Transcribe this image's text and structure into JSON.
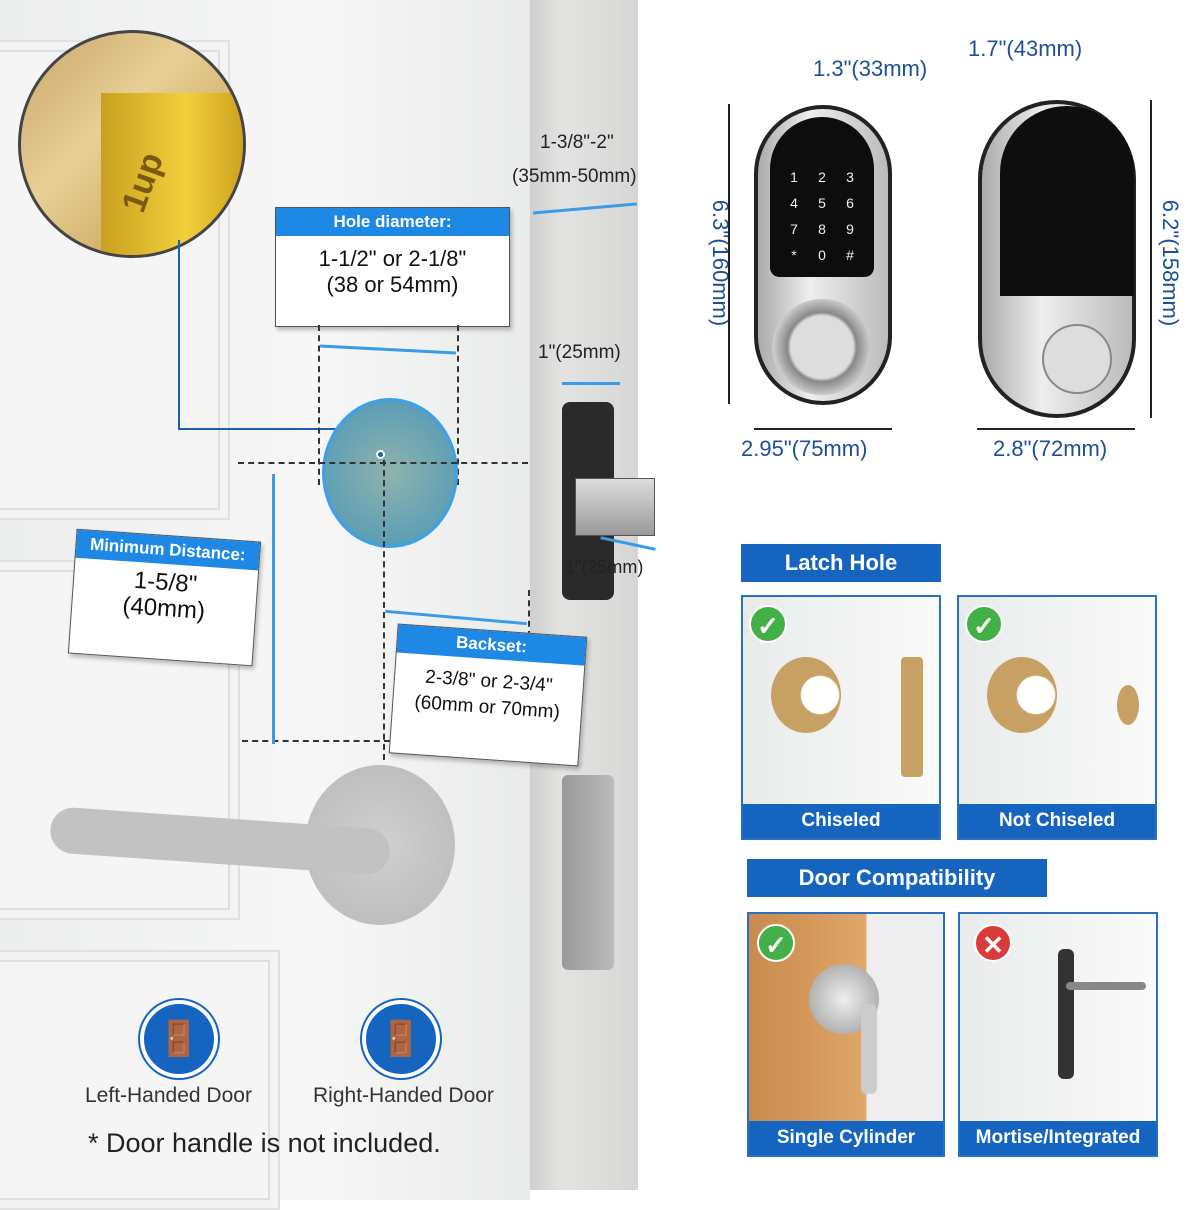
{
  "door_diagram": {
    "thickness": {
      "line1": "1-3/8\"-2\"",
      "line2": "(35mm-50mm)"
    },
    "hole_diameter": {
      "header": "Hole diameter:",
      "line1": "1-1/2\" or 2-1/8\"",
      "line2": "(38 or 54mm)"
    },
    "latch_width_top": "1\"(25mm)",
    "latch_width_bottom": "1\"(25mm)",
    "minimum_distance": {
      "header": "Minimum Distance:",
      "line1": "1-5/8\"",
      "line2": "(40mm)"
    },
    "backset": {
      "header": "Backset:",
      "line1": "2-3/8\" or 2-3/4\"",
      "line2": "(60mm or 70mm)"
    },
    "latch_stamp": "1up",
    "left_handed": "Left-Handed Door",
    "right_handed": "Right-Handed Door",
    "note": "* Door handle is not included."
  },
  "lock_dimensions": {
    "front_depth": "1.3\"(33mm)",
    "back_depth": "1.7\"(43mm)",
    "front_height": "6.3\"(160mm)",
    "back_height": "6.2\"(158mm)",
    "front_width": "2.95\"(75mm)",
    "back_width": "2.8\"(72mm)",
    "keypad_keys": [
      "1",
      "2",
      "3",
      "4",
      "5",
      "6",
      "7",
      "8",
      "9",
      "*",
      "0",
      "#"
    ]
  },
  "latch_hole": {
    "title": "Latch Hole",
    "options": [
      {
        "label": "Chiseled",
        "status": "ok"
      },
      {
        "label": "Not Chiseled",
        "status": "ok"
      }
    ]
  },
  "door_compatibility": {
    "title": "Door Compatibility",
    "options": [
      {
        "label": "Single Cylinder",
        "status": "ok"
      },
      {
        "label": "Mortise/Integrated",
        "status": "not-ok"
      }
    ]
  },
  "colors": {
    "accent": "#1565c0",
    "dimension_text": "#1c4f96",
    "check": "#43b047",
    "cross": "#d93a3a"
  }
}
